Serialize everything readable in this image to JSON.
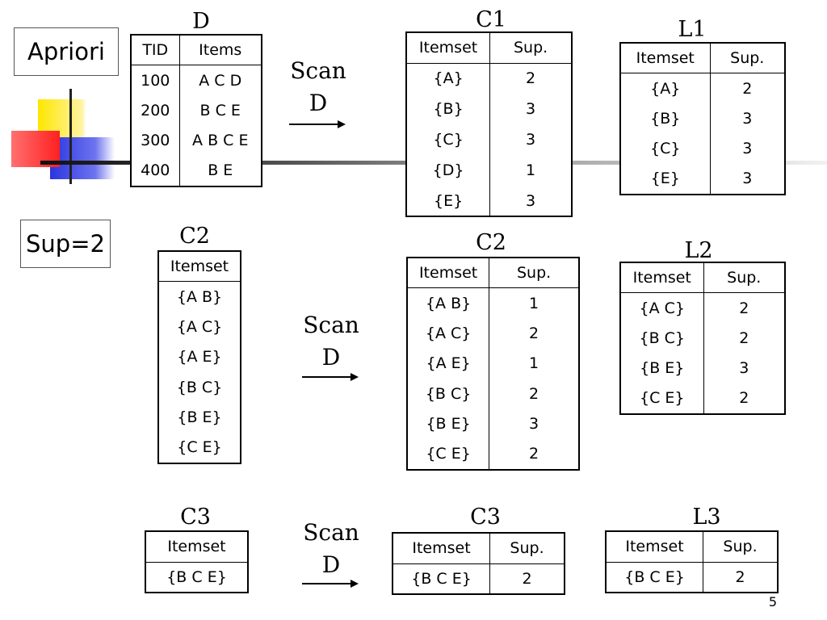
{
  "title_box": "Apriori",
  "support_box": "Sup=2",
  "page_number": "5",
  "scan": {
    "line1": "Scan",
    "line2": "D"
  },
  "labels": {
    "d": "D",
    "c1": "C1",
    "l1": "L1",
    "c2_left": "C2",
    "c2_right": "C2",
    "l2": "L2",
    "c3_left": "C3",
    "c3_right": "C3",
    "l3": "L3"
  },
  "tables": {
    "d": {
      "headers": [
        "TID",
        "Items"
      ],
      "rows": [
        [
          "100",
          "A C D"
        ],
        [
          "200",
          "B C E"
        ],
        [
          "300",
          "A B C E"
        ],
        [
          "400",
          "B E"
        ]
      ]
    },
    "c1": {
      "headers": [
        "Itemset",
        "Sup."
      ],
      "rows": [
        [
          "{A}",
          "2"
        ],
        [
          "{B}",
          "3"
        ],
        [
          "{C}",
          "3"
        ],
        [
          "{D}",
          "1"
        ],
        [
          "{E}",
          "3"
        ]
      ]
    },
    "l1": {
      "headers": [
        "Itemset",
        "Sup."
      ],
      "rows": [
        [
          "{A}",
          "2"
        ],
        [
          "{B}",
          "3"
        ],
        [
          "{C}",
          "3"
        ],
        [
          "{E}",
          "3"
        ]
      ]
    },
    "c2_left": {
      "headers": [
        "Itemset"
      ],
      "rows": [
        [
          "{A B}"
        ],
        [
          "{A C}"
        ],
        [
          "{A E}"
        ],
        [
          "{B C}"
        ],
        [
          "{B E}"
        ],
        [
          "{C E}"
        ]
      ]
    },
    "c2_right": {
      "headers": [
        "Itemset",
        "Sup."
      ],
      "rows": [
        [
          "{A B}",
          "1"
        ],
        [
          "{A C}",
          "2"
        ],
        [
          "{A E}",
          "1"
        ],
        [
          "{B C}",
          "2"
        ],
        [
          "{B E}",
          "3"
        ],
        [
          "{C E}",
          "2"
        ]
      ]
    },
    "l2": {
      "headers": [
        "Itemset",
        "Sup."
      ],
      "rows": [
        [
          "{A C}",
          "2"
        ],
        [
          "{B C}",
          "2"
        ],
        [
          "{B E}",
          "3"
        ],
        [
          "{C E}",
          "2"
        ]
      ]
    },
    "c3_left": {
      "headers": [
        "Itemset"
      ],
      "rows": [
        [
          "{B C E}"
        ]
      ]
    },
    "c3_right": {
      "headers": [
        "Itemset",
        "Sup."
      ],
      "rows": [
        [
          "{B C E}",
          "2"
        ]
      ]
    },
    "l3": {
      "headers": [
        "Itemset",
        "Sup."
      ],
      "rows": [
        [
          "{B C E}",
          "2"
        ]
      ]
    }
  }
}
